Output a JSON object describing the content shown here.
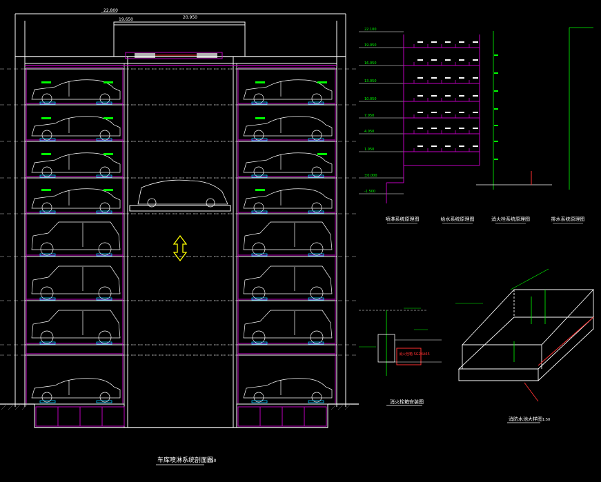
{
  "colors": {
    "background": "#000000",
    "structure": "#ffffff",
    "pipe": "#c000c0",
    "label": "#00ff00",
    "pad": "#00c8ff",
    "highlight": "#ffff00",
    "warning": "#ff3030"
  },
  "section": {
    "top_level": "22.800",
    "roof_level": "20.950",
    "parapet_level": "19.650",
    "caption": "车库喷淋系统剖面图",
    "caption_scale": "1:50"
  },
  "riser": {
    "levels": [
      "22.100",
      "19.050",
      "16.050",
      "13.050",
      "10.050",
      "7.050",
      "4.050",
      "1.050",
      "±0.000",
      "-1.500"
    ],
    "titles": [
      "喷淋系统原理图",
      "给水系统原理图",
      "消火栓系统原理图",
      "排水系统原理图"
    ]
  },
  "details": {
    "left_title": "消火栓箱安装图",
    "right_title": "消防水池大样图",
    "right_scale": "1:50",
    "red_note": "消火栓箱 SG24A65"
  },
  "icons": [
    "elevator-arrow-icon",
    "car-icon",
    "pipe-valve-icon",
    "level-mark-icon"
  ]
}
